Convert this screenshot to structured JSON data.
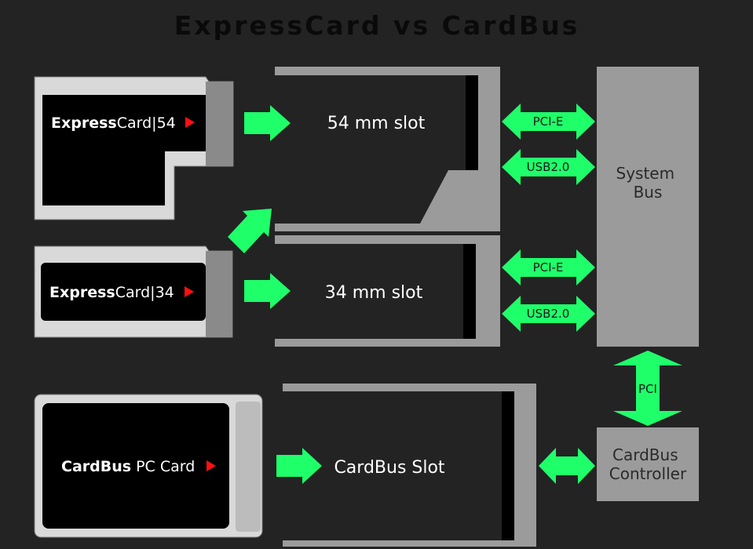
{
  "title": "ExpressCard vs CardBus",
  "cards": {
    "ec54": {
      "brand": "Express",
      "rest": "Card|54"
    },
    "ec34": {
      "brand": "Express",
      "rest": "Card|34"
    },
    "cardbus": {
      "brand": "CardBus",
      "rest": " PC Card"
    }
  },
  "slots": {
    "slot54": "54 mm slot",
    "slot34": "34 mm slot",
    "cardbus": "CardBus Slot"
  },
  "interfaces": {
    "pcie_top": "PCI-E",
    "usb_top": "USB2.0",
    "pcie_bottom": "PCI-E",
    "usb_bottom": "USB2.0",
    "pci": "PCI"
  },
  "system_bus": {
    "line1": "System",
    "line2": "Bus"
  },
  "controller": {
    "line1": "CardBus",
    "line2": "Controller"
  },
  "colors": {
    "background": "#232323",
    "arrow": "#1fff6a",
    "gray": "#9b9b9b",
    "card_face": "#000000",
    "marker": "#ff1010"
  }
}
